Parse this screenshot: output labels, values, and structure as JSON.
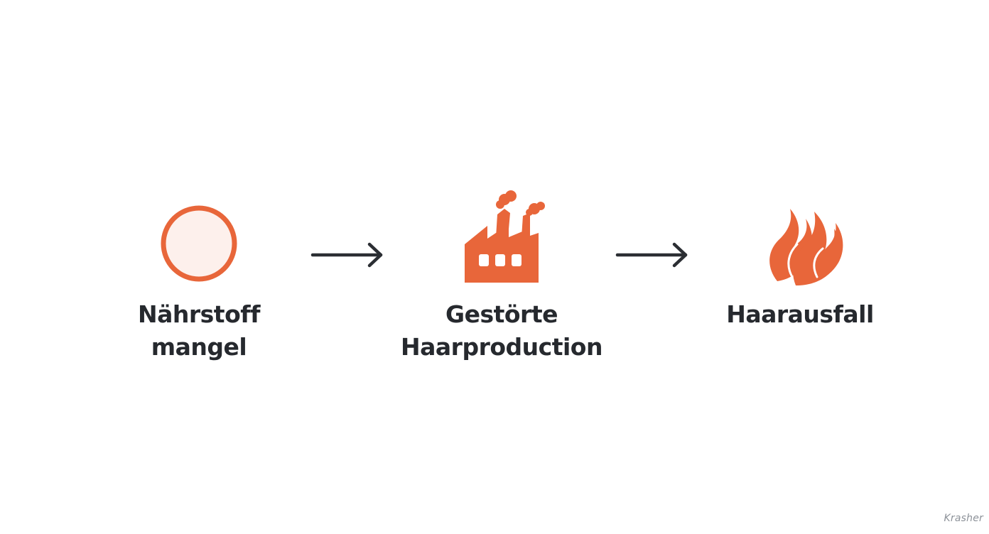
{
  "steps": [
    {
      "label_lines": [
        "Nährstoff",
        "mangel"
      ],
      "icon": "circle-icon"
    },
    {
      "label_lines": [
        "Gestörte",
        "Haarproduction"
      ],
      "icon": "factory-icon"
    },
    {
      "label_lines": [
        "Haarausfall"
      ],
      "icon": "flame-icon"
    }
  ],
  "arrows": [
    {
      "icon": "arrow-right-icon"
    },
    {
      "icon": "arrow-right-icon"
    }
  ],
  "watermark": "Krasher",
  "colors": {
    "accent": "#e8663a",
    "circle_fill": "#fdf0ec",
    "text": "#26292e",
    "arrow": "#2b2e33",
    "watermark": "#8d9299"
  }
}
